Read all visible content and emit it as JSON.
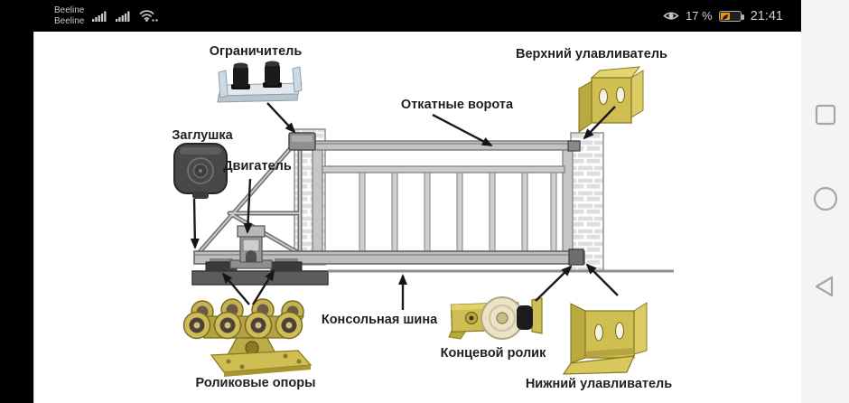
{
  "status_bar": {
    "carrier_line1": "Beeline",
    "carrier_line2": "Beeline",
    "battery_percent": "17 %",
    "time": "21:41",
    "icons": {
      "signal1": "cellular-signal-icon",
      "signal2": "cellular-signal-icon",
      "wifi": "wifi-icon",
      "eye": "eye-comfort-icon",
      "battery": "battery-saver-icon"
    }
  },
  "navigation_bar": {
    "recents": "recents-square-icon",
    "home": "home-circle-icon",
    "back": "back-triangle-icon"
  },
  "diagram": {
    "labels": {
      "limiter": "Ограничитель",
      "upper_catcher": "Верхний улавливатель",
      "sliding_gate": "Откатные ворота",
      "plug": "Заглушка",
      "motor": "Двигатель",
      "cantilever_rail": "Консольная шина",
      "end_roller": "Концевой ролик",
      "roller_supports": "Роликовые опоры",
      "lower_catcher": "Нижний улавливатель"
    },
    "colors": {
      "brass": "#cfbe52",
      "brass_dark": "#8a7a20",
      "steel_light": "#c7c7c7",
      "steel_dark": "#6f6f6f",
      "arrow": "#1a1a1a",
      "battery_orange": "#ee9110"
    }
  }
}
